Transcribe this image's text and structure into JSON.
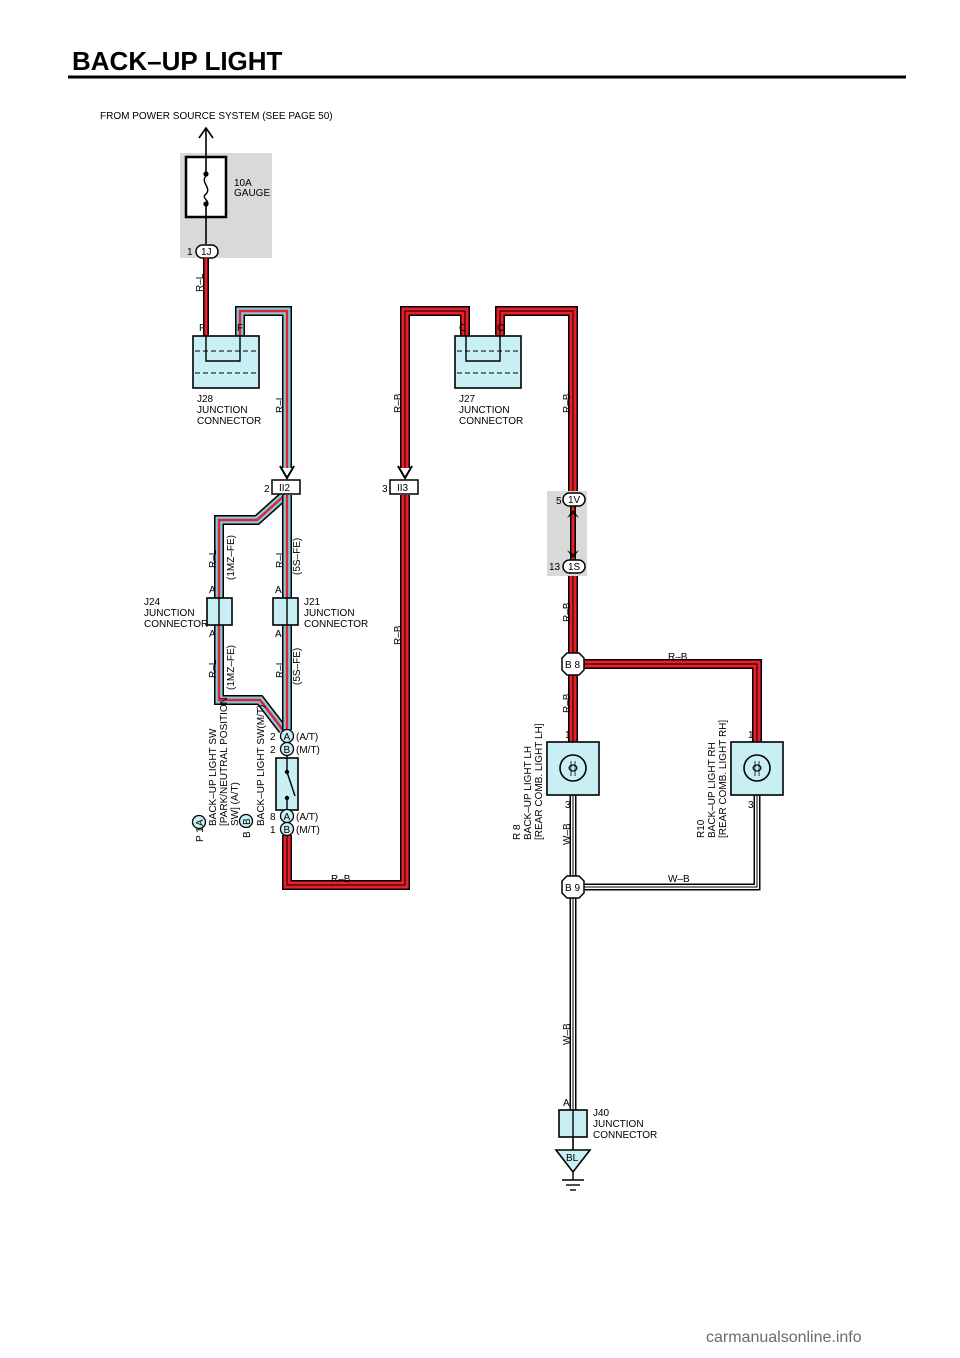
{
  "title": "BACK–UP LIGHT",
  "power_source": "FROM POWER SOURCE SYSTEM (SEE PAGE 50)",
  "fuse": {
    "rating": "10A",
    "name": "GAUGE",
    "pin": "1",
    "connector": "1J"
  },
  "j28": {
    "id": "J28",
    "line1": "JUNCTION",
    "line2": "CONNECTOR",
    "pin_left": "F",
    "pin_right": "F"
  },
  "j27": {
    "id": "J27",
    "line1": "JUNCTION",
    "line2": "CONNECTOR",
    "pin_left": "C",
    "pin_right": "C"
  },
  "j24": {
    "id": "J24",
    "line1": "JUNCTION",
    "line2": "CONNECTOR",
    "pin_top": "A",
    "pin_bottom": "A"
  },
  "j21": {
    "id": "J21",
    "line1": "JUNCTION",
    "line2": "CONNECTOR",
    "pin_top": "A",
    "pin_bottom": "A"
  },
  "j40": {
    "id": "J40",
    "line1": "JUNCTION",
    "line2": "CONNECTOR",
    "pin": "A"
  },
  "ground": {
    "label": "BL"
  },
  "connectors": {
    "ii2": {
      "pin": "2",
      "label": "II2"
    },
    "ii3": {
      "pin": "3",
      "label": "II3"
    },
    "c1v": {
      "pin": "5",
      "label": "1V"
    },
    "c1s": {
      "pin": "13",
      "label": "1S"
    },
    "b8": {
      "label": "B 8"
    },
    "b9": {
      "label": "B 9"
    }
  },
  "wires": {
    "rl": "R–L",
    "rb": "R–B",
    "wb": "W–B",
    "mz": "(1MZ–FE)",
    "sz": "(5S–FE)"
  },
  "switch": {
    "pins": [
      {
        "num": "2",
        "letter": "A",
        "variant": "(A/T)"
      },
      {
        "num": "2",
        "letter": "B",
        "variant": "(M/T)"
      },
      {
        "num": "8",
        "letter": "A",
        "variant": "(A/T)"
      },
      {
        "num": "1",
        "letter": "B",
        "variant": "(M/T)"
      }
    ],
    "p1": "P 1",
    "a": "A",
    "b1": "B 1",
    "b": "B",
    "name1": "BACK–UP LIGHT SW",
    "name2": "[PARK/NEUTRAL POSITION",
    "name3": "SW] (A/T)",
    "name4": "BACK–UP LIGHT SW(M/T)"
  },
  "lamp_lh": {
    "id": "R 8",
    "name": "BACK–UP LIGHT LH",
    "sub": "[REAR COMB. LIGHT LH]",
    "pin_top": "1",
    "pin_bottom": "3"
  },
  "lamp_rh": {
    "id": "R10",
    "name": "BACK–UP LIGHT RH",
    "sub": "[REAR COMB. LIGHT RH]",
    "pin_top": "1",
    "pin_bottom": "3"
  },
  "watermark": "carmanualsonline.info",
  "colors": {
    "red": "#e8202a",
    "blue": "#84c8de",
    "black": "#000000",
    "box": "#c8f0f4",
    "shade": "#d9d9d9"
  }
}
